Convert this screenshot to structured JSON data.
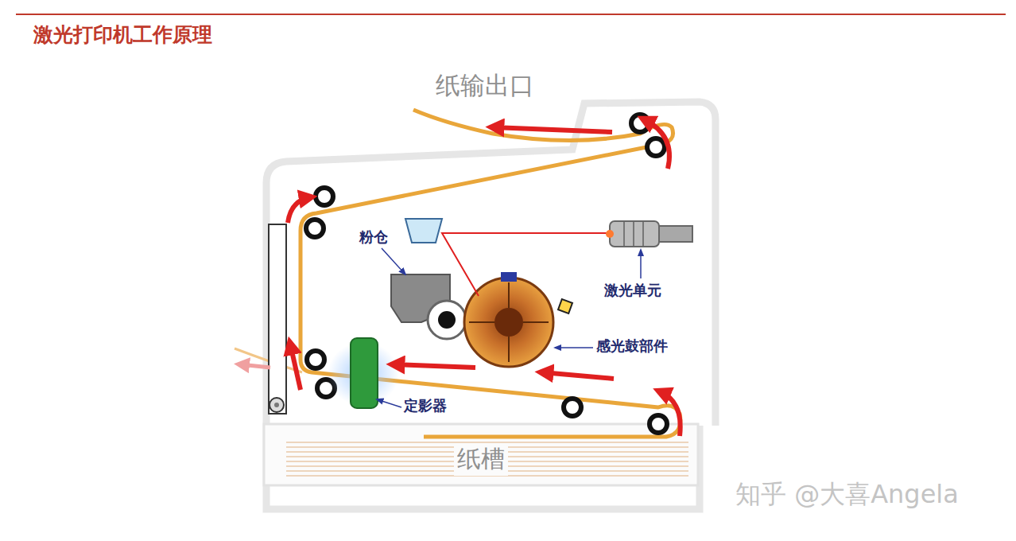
{
  "diagram": {
    "title": "激光打印机工作原理",
    "nodes": [
      {
        "text": [
          "纸槽"
        ]
      }
    ],
    "labels": [
      "纸输出口",
      "粉仓",
      "激光单元",
      "感光鼓部件",
      "定影器",
      "知乎 @大喜Angela"
    ]
  }
}
